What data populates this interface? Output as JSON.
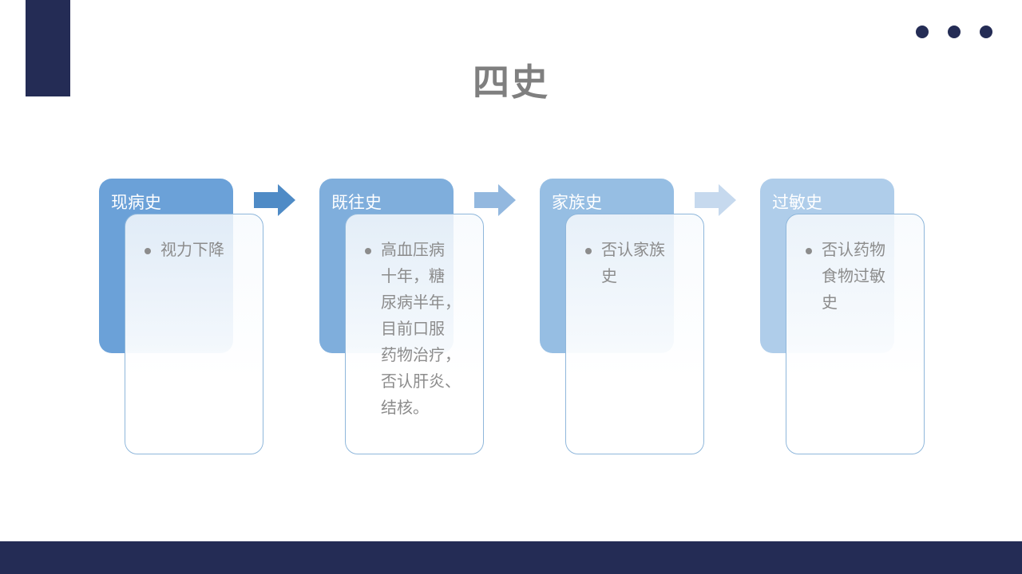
{
  "slide": {
    "title": "四史"
  },
  "theme": {
    "navy": "#242C55",
    "title_gray": "#7F7F7F",
    "body_gray": "#8C8C8C",
    "card_border_blue": "#8FB7DB"
  },
  "columns": [
    {
      "header": "现病史",
      "header_color": "#6BA1D8",
      "body": "视力下降",
      "body_lines": [
        "视力下降"
      ]
    },
    {
      "header": "既往史",
      "header_color": "#7FAEDC",
      "body": "高血压病十年，糖尿病半年，目前口服药物治疗，否认肝炎、结核。",
      "body_lines": [
        "高血压病",
        "十年，糖",
        "尿病半年，",
        "目前口服",
        "药物治疗，",
        "否认肝炎、",
        "结核。"
      ]
    },
    {
      "header": "家族史",
      "header_color": "#96BEE3",
      "body": "否认家族史",
      "body_lines": [
        "否认家族",
        "史"
      ]
    },
    {
      "header": "过敏史",
      "header_color": "#AFCDEA",
      "body": "否认药物食物过敏史",
      "body_lines": [
        "否认药物",
        "食物过敏",
        "史"
      ]
    }
  ],
  "arrows": [
    {
      "color": "#4F8BC6"
    },
    {
      "color": "#93B8DF"
    },
    {
      "color": "#C6D9EE"
    }
  ]
}
